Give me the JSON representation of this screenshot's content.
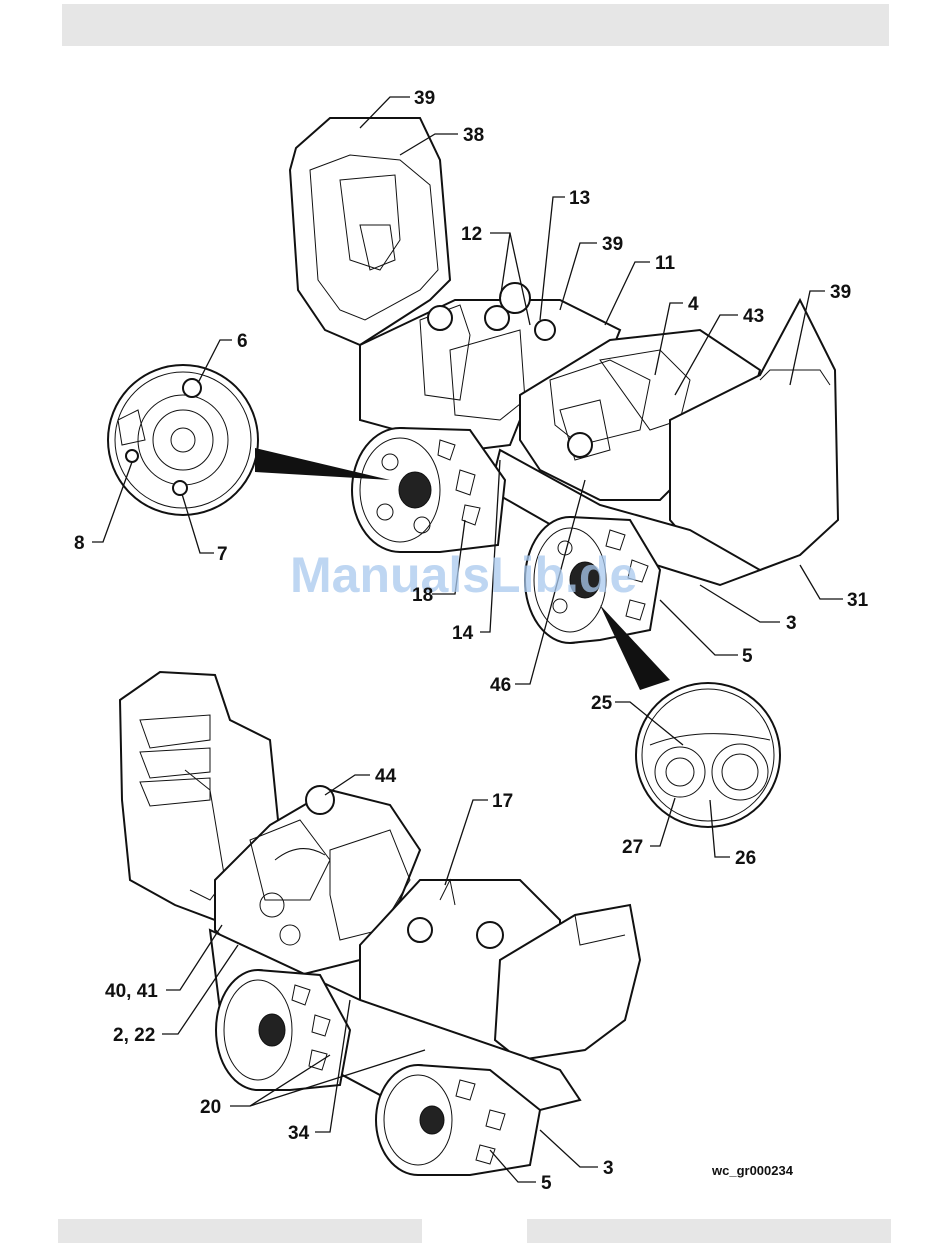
{
  "figure_id": "wc_gr000234",
  "watermark": "ManualsLib.de",
  "callouts": {
    "c39a": "39",
    "c38": "38",
    "c13": "13",
    "c12": "12",
    "c39b": "39",
    "c11": "11",
    "c4": "4",
    "c43": "43",
    "c39c": "39",
    "c6": "6",
    "c8": "8",
    "c7": "7",
    "c18": "18",
    "c14": "14",
    "c31": "31",
    "c3a": "3",
    "c5a": "5",
    "c46": "46",
    "c25": "25",
    "c27": "27",
    "c26": "26",
    "c44": "44",
    "c17": "17",
    "c40_41": "40, 41",
    "c2_22": "2, 22",
    "c20": "20",
    "c34": "34",
    "c3b": "3",
    "c5b": "5"
  }
}
